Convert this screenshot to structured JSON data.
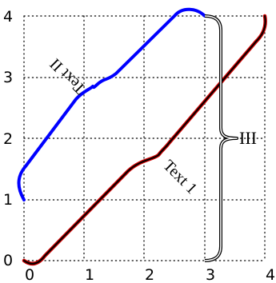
{
  "axes": {
    "x_ticks": [
      "0",
      "1",
      "2",
      "3",
      "4"
    ],
    "y_ticks": [
      "0",
      "1",
      "2",
      "3",
      "4"
    ],
    "grid": "dotted",
    "xlim": [
      0,
      4
    ],
    "ylim": [
      0,
      4
    ]
  },
  "annotations": {
    "text1": "Text 1",
    "text2": "Text II",
    "text3": "III"
  },
  "colors": {
    "line1": "#000000",
    "line1_halo": "#cc0000",
    "line2": "#0000ff",
    "brace": "#000000",
    "grid": "#000000"
  }
}
